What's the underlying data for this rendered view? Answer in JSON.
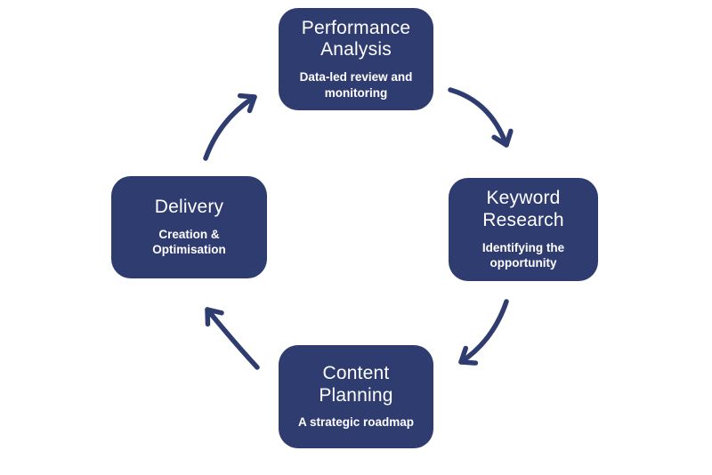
{
  "colors": {
    "background": "#ffffff",
    "node_fill": "#2f3c70",
    "node_text": "#ffffff",
    "arrow": "#2f3c70"
  },
  "diagram": {
    "type": "cycle",
    "nodes": [
      {
        "id": "performance-analysis",
        "position": "top",
        "title": "Performance Analysis",
        "subtitle": "Data-led review and monitoring"
      },
      {
        "id": "keyword-research",
        "position": "right",
        "title": "Keyword Research",
        "subtitle": "Identifying the opportunity"
      },
      {
        "id": "content-planning",
        "position": "bottom",
        "title": "Content Planning",
        "subtitle": "A strategic roadmap"
      },
      {
        "id": "delivery",
        "position": "left",
        "title": "Delivery",
        "subtitle": "Creation & Optimisation"
      }
    ],
    "arrows": [
      {
        "from": "performance-analysis",
        "to": "keyword-research"
      },
      {
        "from": "keyword-research",
        "to": "content-planning"
      },
      {
        "from": "content-planning",
        "to": "delivery"
      },
      {
        "from": "delivery",
        "to": "performance-analysis"
      }
    ]
  }
}
